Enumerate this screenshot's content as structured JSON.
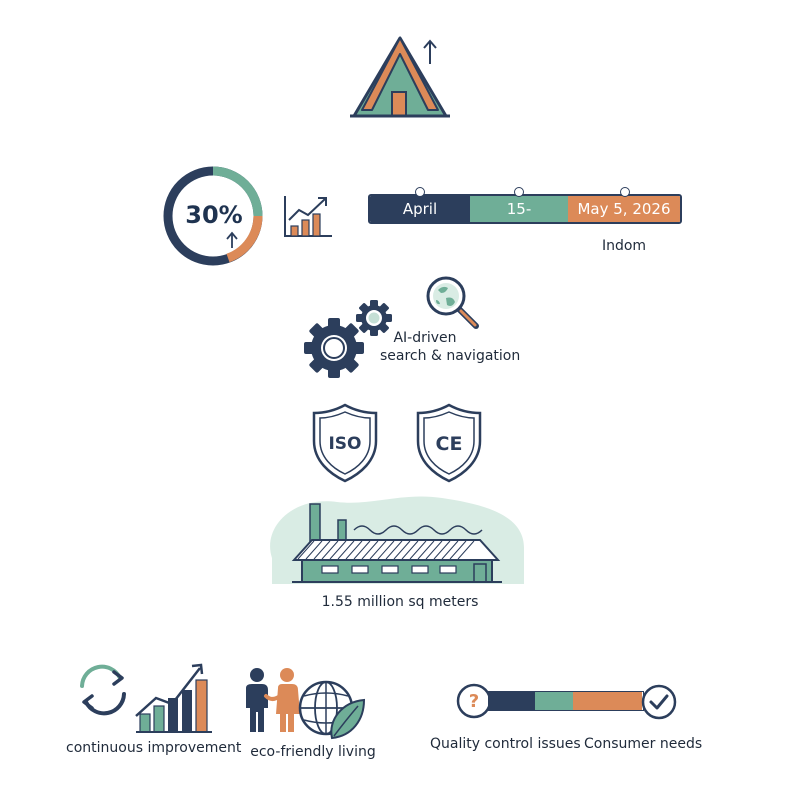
{
  "colors": {
    "navy": "#2c3e5c",
    "teal": "#6fae97",
    "orange": "#dc8a58",
    "mint_bg": "#d9ece4"
  },
  "icons": {
    "house": "house-arrow-up-icon",
    "growth_chart": "growth-chart-icon",
    "gears": "gears-icon",
    "globe_magnifier": "globe-magnifier-icon",
    "recycle": "cycle-arrows-icon",
    "bar_chart": "bar-chart-arrow-icon",
    "people": "people-icon",
    "globe_leaf": "globe-leaf-icon",
    "question": "question-icon",
    "check": "check-icon",
    "factory": "factory-icon"
  },
  "growth": {
    "percent_label": "30%",
    "percent_value": 30
  },
  "timeline": {
    "segments": [
      "April",
      "15-",
      "May 5, 2026"
    ],
    "note": "Indom"
  },
  "ai": {
    "line1": "AI-driven",
    "line2": "search & navigation"
  },
  "certifications": [
    "ISO",
    "CE"
  ],
  "facility": {
    "area": "1.55 million sq meters"
  },
  "bottom": {
    "improvement": "continuous improvement",
    "eco": "eco-friendly living",
    "quality": "Quality control issues",
    "consumer": "Consumer needs"
  }
}
